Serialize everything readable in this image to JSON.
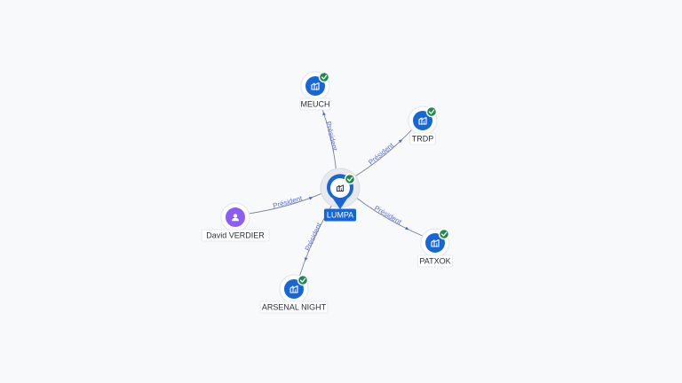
{
  "graph": {
    "center": {
      "id": "lumpa",
      "label": "LUMPA",
      "type": "company",
      "verified": true
    },
    "nodes": [
      {
        "id": "meuch",
        "label": "MEUCH",
        "type": "company",
        "verified": true
      },
      {
        "id": "trdp",
        "label": "TRDP",
        "type": "company",
        "verified": true
      },
      {
        "id": "patxok",
        "label": "PATXOK",
        "type": "company",
        "verified": true
      },
      {
        "id": "arsenal-night",
        "label": "ARSENAL NIGHT",
        "type": "company",
        "verified": true
      },
      {
        "id": "david-verdier",
        "label": "David VERDIER",
        "type": "person",
        "verified": false
      }
    ],
    "edges": [
      {
        "from": "lumpa",
        "to": "meuch",
        "label": "Président"
      },
      {
        "from": "lumpa",
        "to": "trdp",
        "label": "Président"
      },
      {
        "from": "lumpa",
        "to": "patxok",
        "label": "Président"
      },
      {
        "from": "lumpa",
        "to": "arsenal-night",
        "label": "Président"
      },
      {
        "from": "david-verdier",
        "to": "lumpa",
        "label": "Président"
      }
    ]
  },
  "colors": {
    "company": "#1766d8",
    "person": "#8b5cf6",
    "verified_badge": "#1f8a4c",
    "edge_label": "#5b6fd6"
  },
  "icons": {
    "company": "building-icon",
    "person": "user-icon",
    "verified": "check-badge-icon"
  }
}
